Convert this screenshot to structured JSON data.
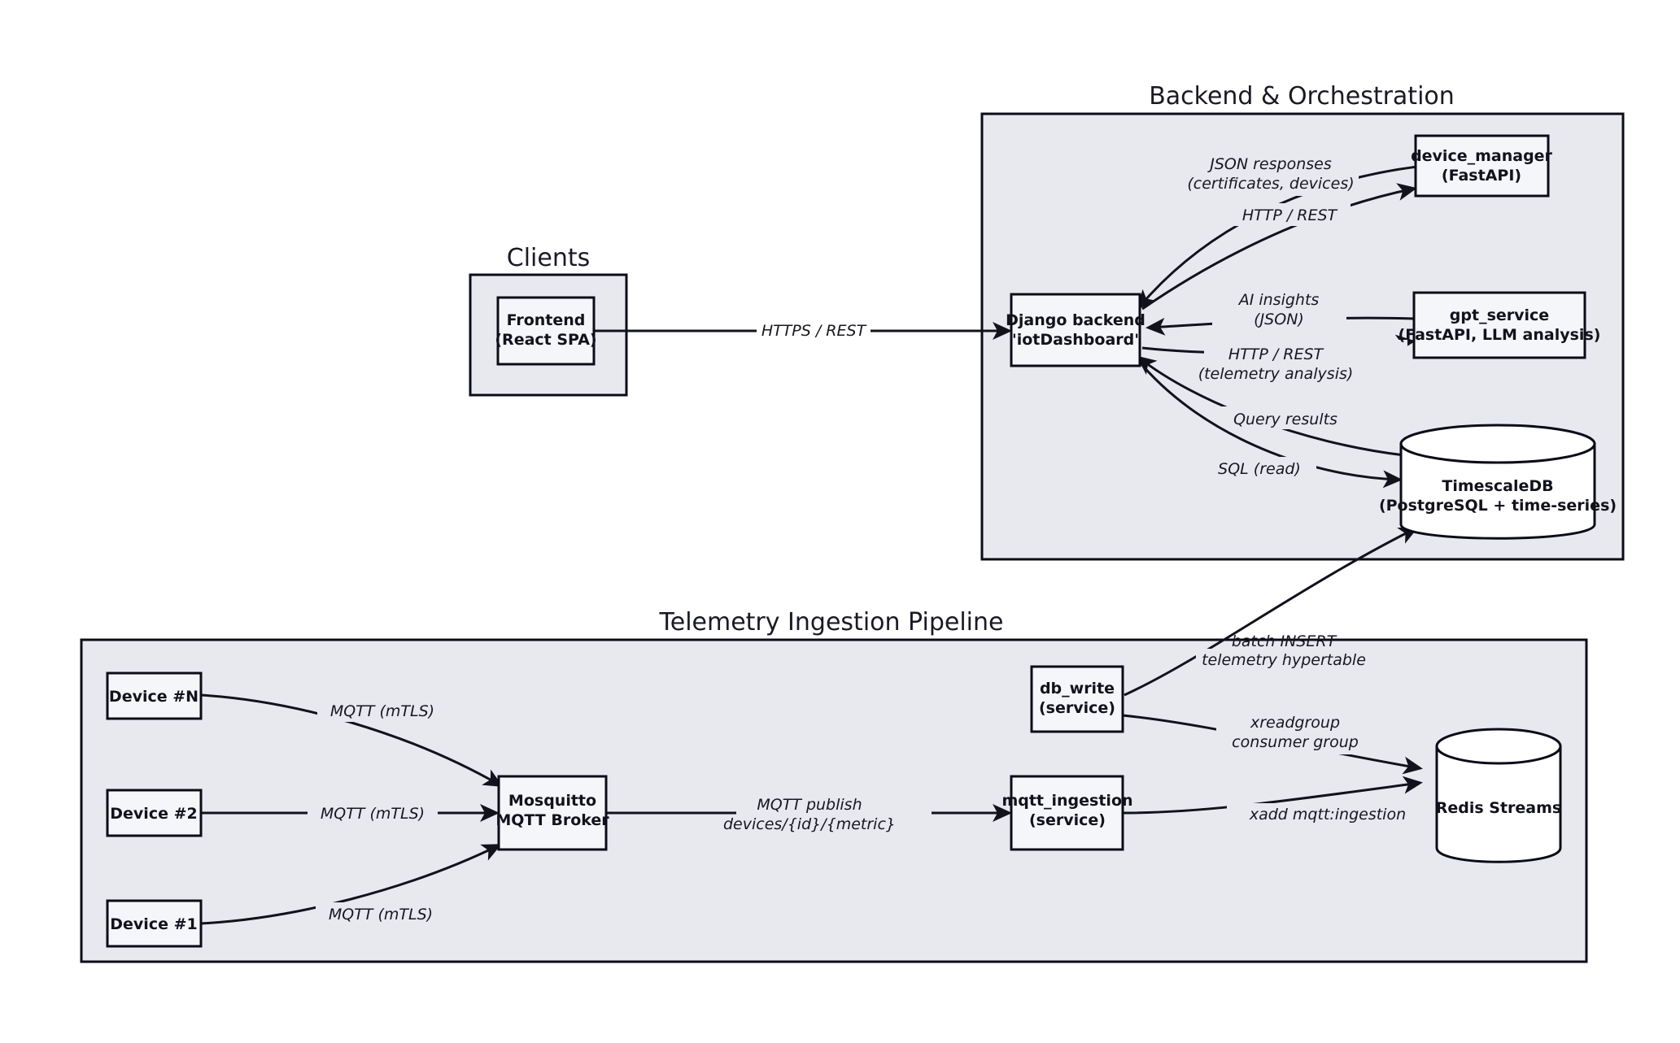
{
  "groups": {
    "clients": {
      "title": "Clients"
    },
    "backend": {
      "title": "Backend & Orchestration"
    },
    "pipeline": {
      "title": "Telemetry Ingestion Pipeline"
    }
  },
  "nodes": {
    "frontend": {
      "line1": "Frontend",
      "line2": "(React SPA)"
    },
    "django": {
      "line1": "Django backend",
      "line2": "\"iotDashboard\""
    },
    "device_manager": {
      "line1": "device_manager",
      "line2": "(FastAPI)"
    },
    "gpt_service": {
      "line1": "gpt_service",
      "line2": "(FastAPI, LLM analysis)"
    },
    "timescaledb": {
      "line1": "TimescaleDB",
      "line2": "(PostgreSQL + time-series)"
    },
    "device_n": {
      "line1": "Device #N"
    },
    "device_2": {
      "line1": "Device #2"
    },
    "device_1": {
      "line1": "Device #1"
    },
    "mosquitto": {
      "line1": "Mosquitto",
      "line2": "MQTT Broker"
    },
    "mqtt_ingestion": {
      "line1": "mqtt_ingestion",
      "line2": "(service)"
    },
    "db_write": {
      "line1": "db_write",
      "line2": "(service)"
    },
    "redis_streams": {
      "line1": "Redis Streams"
    }
  },
  "edges": {
    "https_rest": {
      "line1": "HTTPS / REST"
    },
    "json_responses": {
      "line1": "JSON responses",
      "line2": "(certificates, devices)"
    },
    "http_rest_dm": {
      "line1": "HTTP / REST"
    },
    "ai_insights": {
      "line1": "AI insights",
      "line2": "(JSON)"
    },
    "http_rest_gpt": {
      "line1": "HTTP / REST",
      "line2": "(telemetry analysis)"
    },
    "query_results": {
      "line1": "Query results"
    },
    "sql_read": {
      "line1": "SQL (read)"
    },
    "mqtt_mtls_n": {
      "line1": "MQTT (mTLS)"
    },
    "mqtt_mtls_2": {
      "line1": "MQTT (mTLS)"
    },
    "mqtt_mtls_1": {
      "line1": "MQTT (mTLS)"
    },
    "mqtt_publish": {
      "line1": "MQTT publish",
      "line2": "devices/{id}/{metric}"
    },
    "xadd": {
      "line1": "xadd mqtt:ingestion"
    },
    "xreadgroup": {
      "line1": "xreadgroup",
      "line2": "consumer group"
    },
    "batch_insert": {
      "line1": "batch INSERT",
      "line2": "telemetry hypertable"
    }
  },
  "colors": {
    "group_fill": "#e7e9ef",
    "node_fill": "#f4f6fa",
    "cylinder_fill": "#ffffff",
    "stroke": "#0c0c18",
    "text": "#12121c",
    "page_background": "#ffffff"
  }
}
